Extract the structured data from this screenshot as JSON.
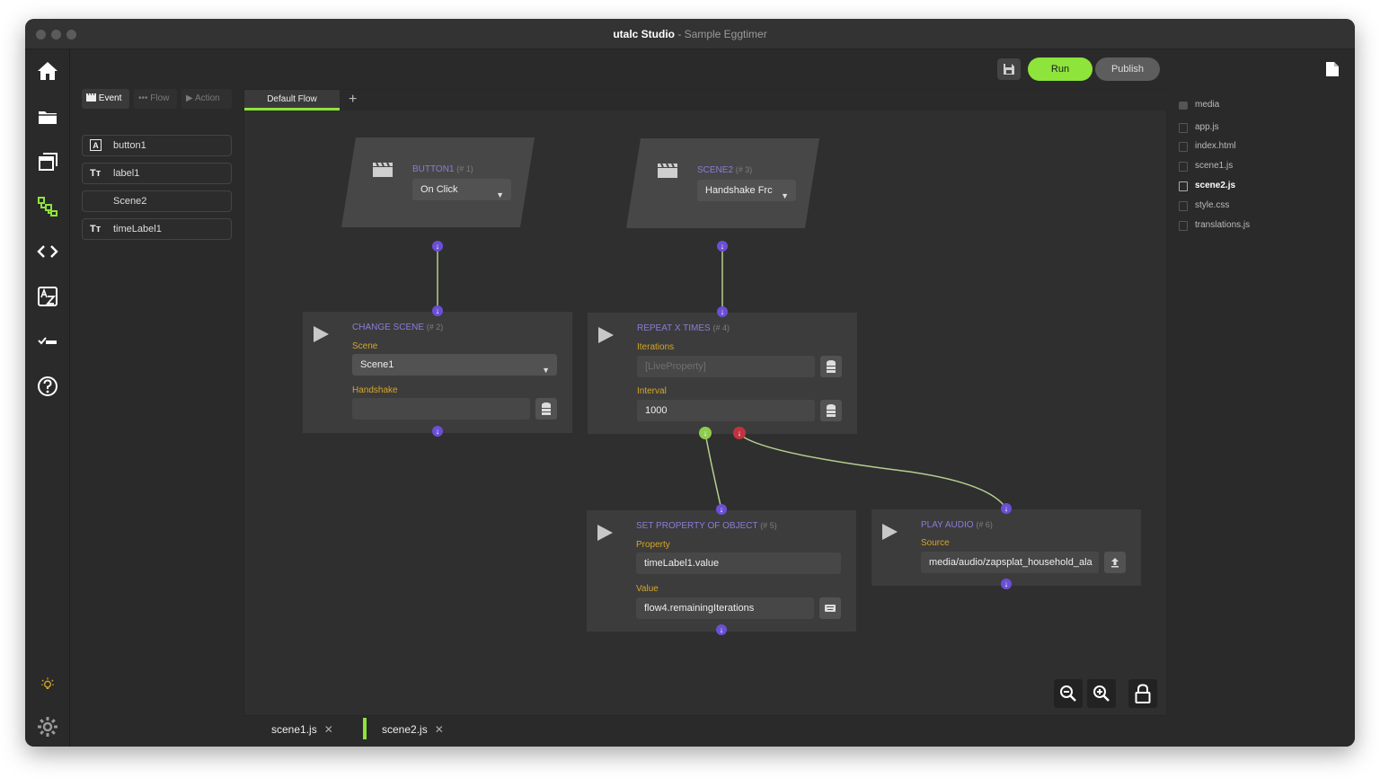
{
  "window": {
    "app_name": "utalc Studio",
    "subtitle": " - Sample Eggtimer"
  },
  "toolbar": {
    "run_label": "Run",
    "publish_label": "Publish"
  },
  "components": {
    "tabs": [
      {
        "label": "Event",
        "active": true
      },
      {
        "label": "Flow",
        "active": false
      },
      {
        "label": "Action",
        "active": false
      }
    ],
    "items": [
      {
        "label": "button1",
        "icon": "A"
      },
      {
        "label": "label1",
        "icon": "Tт"
      },
      {
        "label": "Scene2",
        "icon": ""
      },
      {
        "label": "timeLabel1",
        "icon": "Tт"
      }
    ]
  },
  "canvas": {
    "flow_tab": "Default Flow",
    "add_tab": "+",
    "events": [
      {
        "title": "BUTTON1",
        "id": "(# 1)",
        "value": "On Click"
      },
      {
        "title": "SCENE2",
        "id": "(# 3)",
        "value": "Handshake Frc"
      }
    ],
    "nodes": {
      "change_scene": {
        "title": "CHANGE SCENE",
        "id": "(# 2)",
        "scene_label": "Scene",
        "scene_value": "Scene1",
        "handshake_label": "Handshake",
        "handshake_value": ""
      },
      "repeat": {
        "title": "REPEAT X TIMES",
        "id": "(# 4)",
        "iterations_label": "Iterations",
        "iterations_placeholder": "[LiveProperty]",
        "interval_label": "Interval",
        "interval_value": "1000"
      },
      "set_property": {
        "title": "SET PROPERTY OF OBJECT",
        "id": "(# 5)",
        "property_label": "Property",
        "property_value": "timeLabel1.value",
        "value_label": "Value",
        "value_value": "flow4.remainingIterations"
      },
      "play_audio": {
        "title": "PLAY AUDIO",
        "id": "(# 6)",
        "source_label": "Source",
        "source_value": "media/audio/zapsplat_household_ala"
      }
    }
  },
  "files": [
    {
      "label": "media",
      "active": false
    },
    {
      "label": "app.js",
      "active": false
    },
    {
      "label": "index.html",
      "active": false
    },
    {
      "label": "scene1.js",
      "active": false
    },
    {
      "label": "scene2.js",
      "active": true
    },
    {
      "label": "style.css",
      "active": false
    },
    {
      "label": "translations.js",
      "active": false
    }
  ],
  "bottom_tabs": [
    {
      "label": "scene1.js",
      "active": false
    },
    {
      "label": "scene2.js",
      "active": true
    }
  ],
  "colors": {
    "accent_green": "#8ee43a",
    "port_purple": "#6b4fd6",
    "port_red": "#c0343f",
    "label_gold": "#d6a628",
    "title_purple": "#8c7bd8"
  }
}
